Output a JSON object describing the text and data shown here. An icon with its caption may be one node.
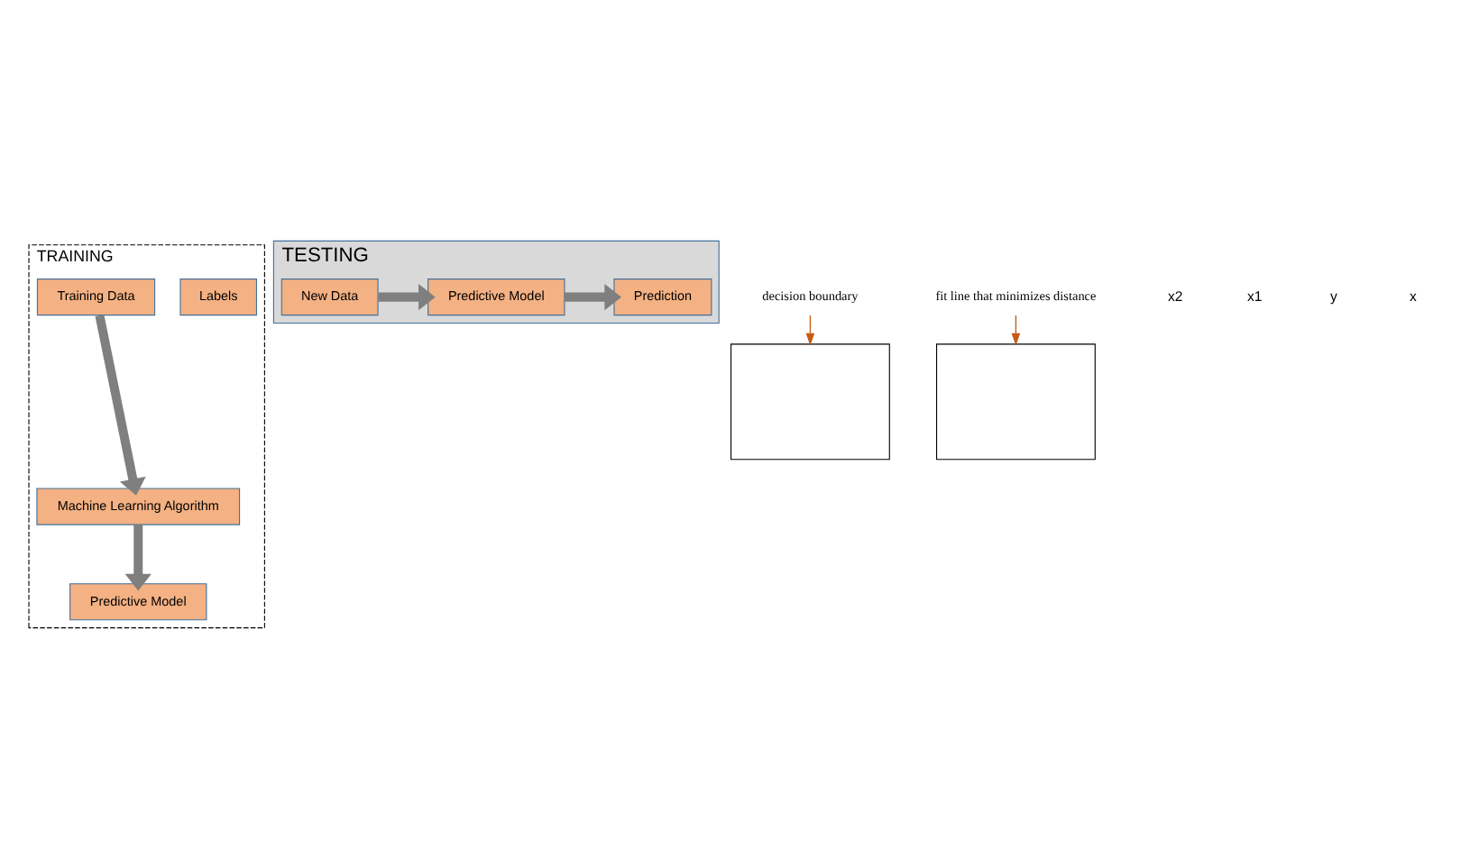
{
  "diagram": {
    "nodes": [
      {
        "text": [
          "TRAINING"
        ]
      },
      {
        "text": [
          "Labels"
        ],
        "in": 0
      },
      {
        "text": [
          "Training Data"
        ],
        "in": 0
      },
      {
        "text": [
          "Machine Learning Algorithm"
        ],
        "in": 0
      },
      {
        "text": [
          "TESTING"
        ]
      },
      {
        "text": [
          "New Data"
        ],
        "in": 4
      },
      {
        "text": [
          "Predictive Model"
        ],
        "in": 4
      },
      {
        "text": [
          "Prediction"
        ],
        "in": 4
      },
      {
        "text": [
          "Predictive Model"
        ],
        "in": 0
      },
      {
        "text": [],
        "shape": "box"
      },
      {
        "text": [
          "decision boundary"
        ]
      },
      {
        "text": [],
        "shape": "box"
      },
      {
        "text": [
          "fit line that minimizes distance"
        ]
      }
    ],
    "edges": [
      {
        "from": 2,
        "to": 3,
        "arrow": "to"
      },
      {
        "from": 3,
        "to": 8,
        "arrow": "to"
      },
      {
        "from": 5,
        "to": 6,
        "arrow": "to"
      },
      {
        "from": 6,
        "to": 7,
        "arrow": "to"
      },
      {
        "from": 10,
        "to": 9,
        "arrow": "to",
        "color": "#c55a11"
      },
      {
        "from": 12,
        "to": 11,
        "arrow": "to",
        "color": "#c55a11"
      }
    ],
    "labels": [
      "x2",
      "x1",
      "y",
      "x"
    ]
  }
}
